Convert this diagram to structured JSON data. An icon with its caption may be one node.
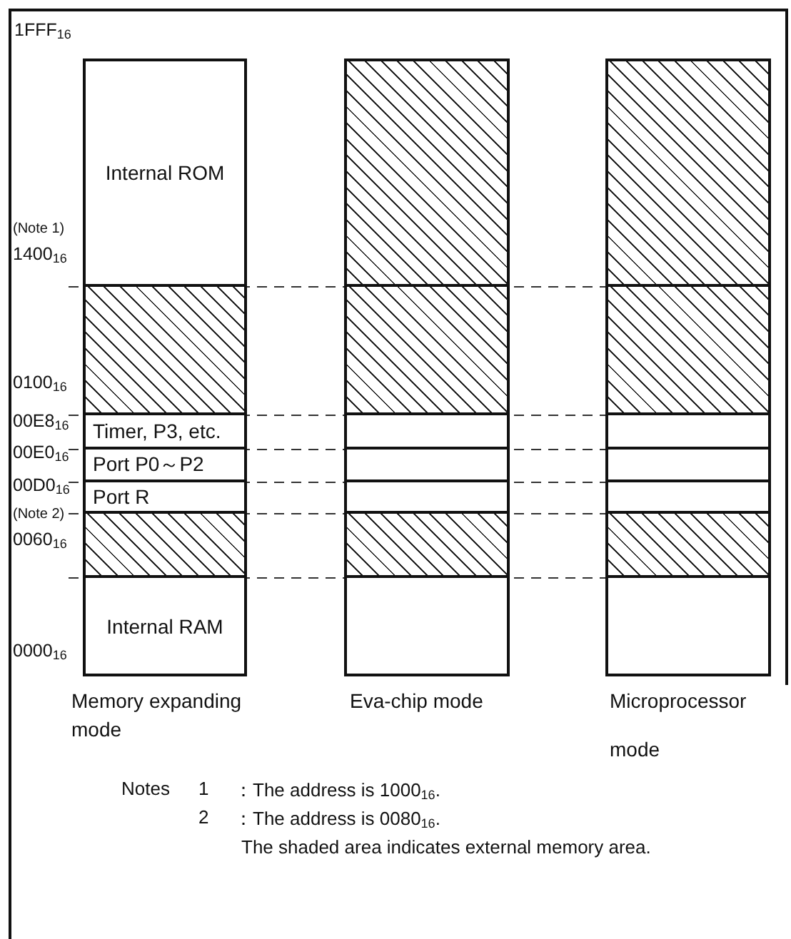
{
  "diagram": {
    "nodes": [
      {
        "text": [
          "Internal ROM"
        ]
      },
      {
        "text": [],
        "shape": "hatched"
      },
      {
        "text": [
          "Timer, P3, etc."
        ]
      },
      {
        "text": [
          "Port P0～P2"
        ]
      },
      {
        "text": [
          "Port R"
        ]
      },
      {
        "text": [],
        "shape": "hatched"
      },
      {
        "text": [
          "Internal RAM"
        ]
      },
      {
        "text": [],
        "shape": "hatched"
      },
      {
        "text": [],
        "shape": "hatched"
      },
      {
        "text": [],
        "shape": "box"
      },
      {
        "text": [],
        "shape": "box"
      },
      {
        "text": [],
        "shape": "box"
      },
      {
        "text": [],
        "shape": "hatched"
      },
      {
        "text": [],
        "shape": "box"
      },
      {
        "text": [],
        "shape": "hatched"
      },
      {
        "text": [],
        "shape": "hatched"
      },
      {
        "text": [],
        "shape": "box"
      },
      {
        "text": [],
        "shape": "box"
      },
      {
        "text": [],
        "shape": "box"
      },
      {
        "text": [],
        "shape": "hatched"
      },
      {
        "text": [],
        "shape": "box"
      }
    ],
    "labels": [
      "1FFF$_{16}$",
      "(Note 1)",
      "1400$_{16}$",
      "0100$_{16}$",
      "00E8$_{16}$",
      "00E0$_{16}$",
      "00D0$_{16}$",
      "(Note 2)",
      "0060$_{16}$",
      "0000$_{16}$",
      "Memory expanding mode",
      "Eva-chip mode",
      "Microprocessor mode",
      "Notes",
      "1",
      "：The address is 1000$_{16}$.",
      "2",
      "：The address is 0080$_{16}$.",
      "The shaded area indicates external memory area."
    ]
  }
}
